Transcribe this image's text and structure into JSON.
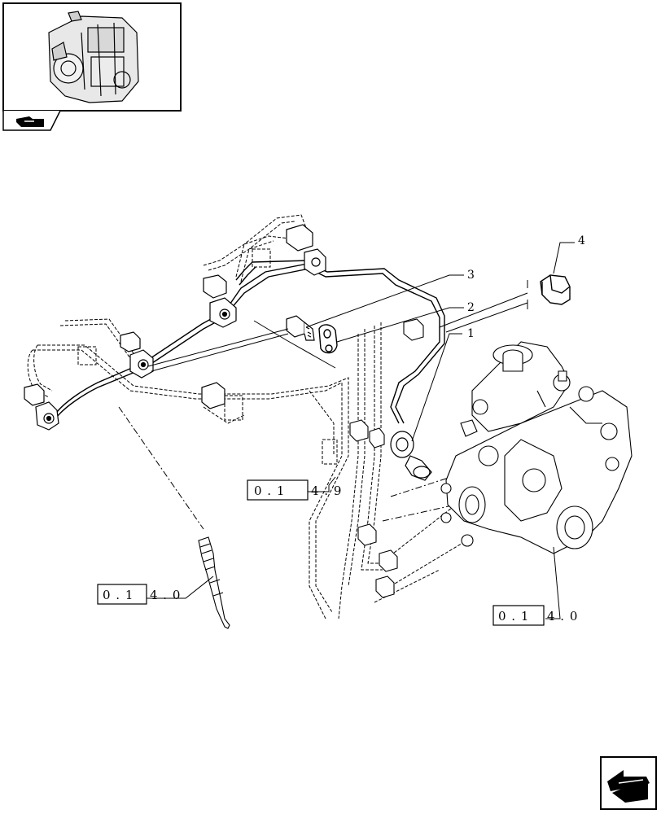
{
  "callouts": [
    {
      "label": "1"
    },
    {
      "label": "2"
    },
    {
      "label": "3"
    },
    {
      "label": "4"
    }
  ],
  "references": [
    {
      "boxed": "0 . 1",
      "tail": "4 . 9"
    },
    {
      "boxed": "0 . 1",
      "tail": "4 . 0"
    },
    {
      "boxed": "0 . 1",
      "tail": "4 . 0"
    }
  ],
  "icons": {
    "thumbnail": "engine-thumbnail-icon",
    "tab": "catalog-tab-icon",
    "nav": "navigation-arrow-icon"
  },
  "colors": {
    "line": "#000000",
    "background": "#ffffff"
  }
}
